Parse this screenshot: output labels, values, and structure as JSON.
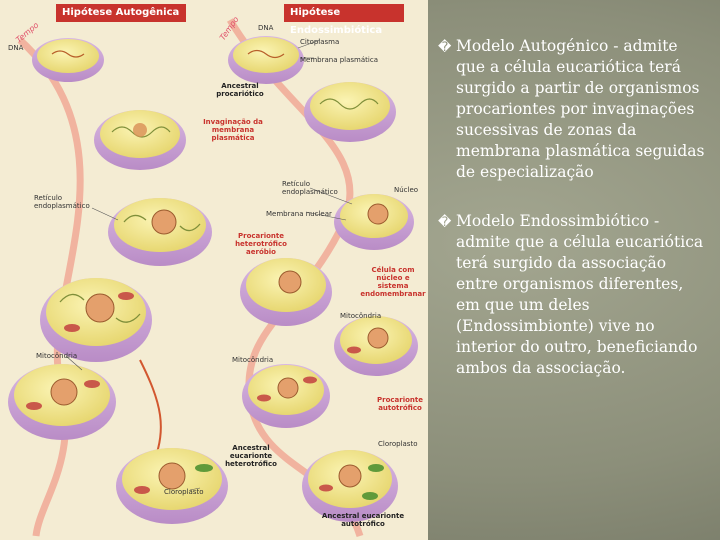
{
  "figure": {
    "banner_autogenic": "Hipótese Autogênica",
    "banner_endosymbiotic": "Hipótese Endossimbiótica",
    "labels": {
      "tempo_left": "Tempo",
      "tempo_right": "Tempo",
      "dna_left": "DNA",
      "dna_right": "DNA",
      "citoplasma": "Citoplasma",
      "membrana_plasmatica": "Membrana plasmática",
      "ancestral_procariotico": "Ancestral procariótico",
      "invaginacao": "Invaginação da membrana plasmática",
      "reticulo_left": "Retículo endoplasmático",
      "reticulo_right": "Retículo endoplasmático",
      "nucleo": "Núcleo",
      "membrana_nuclear": "Membrana nuclear",
      "procarionte_heterotrofico": "Procarionte heterotrófico aeróbio",
      "celula_nucleo": "Célula com núcleo e sistema endomembranar",
      "mitocondria_right": "Mitocôndria",
      "mitocondria_mid": "Mitocôndria",
      "mitocondria_left": "Mitocôndria",
      "procarionte_autotrofico": "Procarionte autotrófico",
      "cloroplasto_right": "Cloroplasto",
      "cloroplasto_left": "Cloroplasto",
      "ancestral_heterotrofico": "Ancestral eucarionte heterotrófico",
      "ancestral_autotrofico": "Ancestral eucarionte autotrófico"
    }
  },
  "text": {
    "bullet_glyph": "�",
    "item1": "Modelo Autogénico - admite que a célula eucariótica terá surgido a partir de organismos procariontes por invaginações sucessivas de zonas da membrana plasmática seguidas de especialização",
    "item2": "Modelo Endossimbiótico - admite que a célula eucariótica terá surgido da associação entre organismos diferentes, em que um deles (Endossimbionte) vive no interior do outro, beneficiando ambos da associação."
  },
  "colors": {
    "banner": "#c8332d",
    "arrow": "#e8553a",
    "membrane": "#c9a3d3",
    "cytoplasm": "#efe48a",
    "text": "#ffffff"
  }
}
